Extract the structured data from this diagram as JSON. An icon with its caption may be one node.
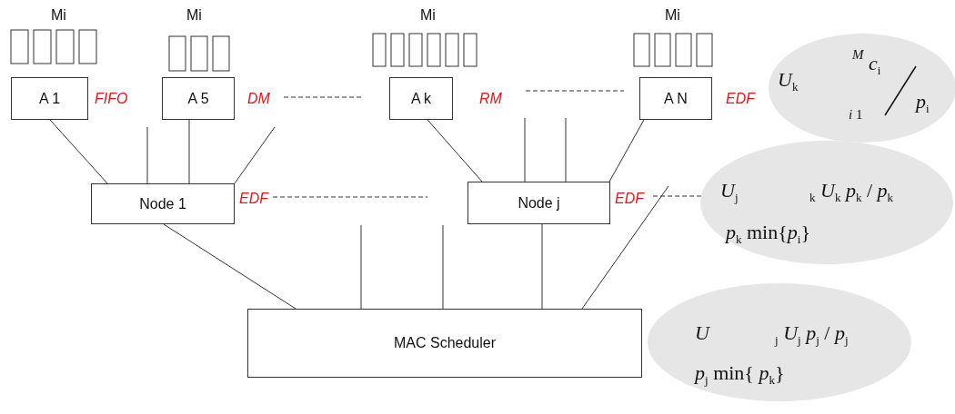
{
  "diagram": {
    "nodes": [
      {
        "text": [
          "A 1"
        ],
        "beside": [
          "FIFO"
        ]
      },
      {
        "text": [
          "A 5"
        ],
        "beside": [
          "DM"
        ]
      },
      {
        "text": [
          "A k"
        ],
        "beside": [
          "RM"
        ]
      },
      {
        "text": [
          "A N"
        ],
        "beside": [
          "EDF"
        ]
      },
      {
        "text": [
          "Node 1"
        ],
        "beside": [
          "EDF"
        ]
      },
      {
        "text": [
          "Node j"
        ],
        "beside": [
          "EDF"
        ]
      },
      {
        "text": [
          "MAC Scheduler"
        ]
      },
      {
        "text": [
          "*U*$_{k}$",
          "*M*",
          "*c*$_{i}$",
          "*p*$_{i}$",
          "*i* 1"
        ]
      },
      {
        "text": [
          "*U*$_{j}$",
          "$_{k}$ *U*$_{k}$ *p*$_{k}$ / *p*$_{k}$",
          "*p*$_{k}$ min{*p*$_{i}$}"
        ]
      },
      {
        "text": [
          "*U*",
          "$_{j}$ *U*$_{j}$ *p*$_{j}$ / *p*$_{j}$",
          "*p*$_{j}$ min{ *p*$_{k}$}"
        ]
      }
    ],
    "edges": [
      {
        "from": 0,
        "to": 4,
        "arrow": "none"
      },
      {
        "from": null,
        "to": 4,
        "arrow": "none"
      },
      {
        "from": 1,
        "to": 4,
        "arrow": "none"
      },
      {
        "from": null,
        "to": 4,
        "arrow": "none"
      },
      {
        "from": 2,
        "to": 5,
        "arrow": "none"
      },
      {
        "from": null,
        "to": 5,
        "arrow": "none"
      },
      {
        "from": null,
        "to": 5,
        "arrow": "none"
      },
      {
        "from": 3,
        "to": 5,
        "arrow": "none"
      },
      {
        "from": 4,
        "to": 6,
        "arrow": "none"
      },
      {
        "from": null,
        "to": 6,
        "arrow": "none"
      },
      {
        "from": null,
        "to": 6,
        "arrow": "none"
      },
      {
        "from": 5,
        "to": 6,
        "arrow": "none"
      },
      {
        "from": null,
        "to": 6,
        "arrow": "none"
      },
      {
        "from": 5,
        "to": 8,
        "arrow": "none",
        "style": "dashed"
      }
    ],
    "labels": [
      "Mi",
      "Mi",
      "Mi",
      "Mi"
    ]
  }
}
